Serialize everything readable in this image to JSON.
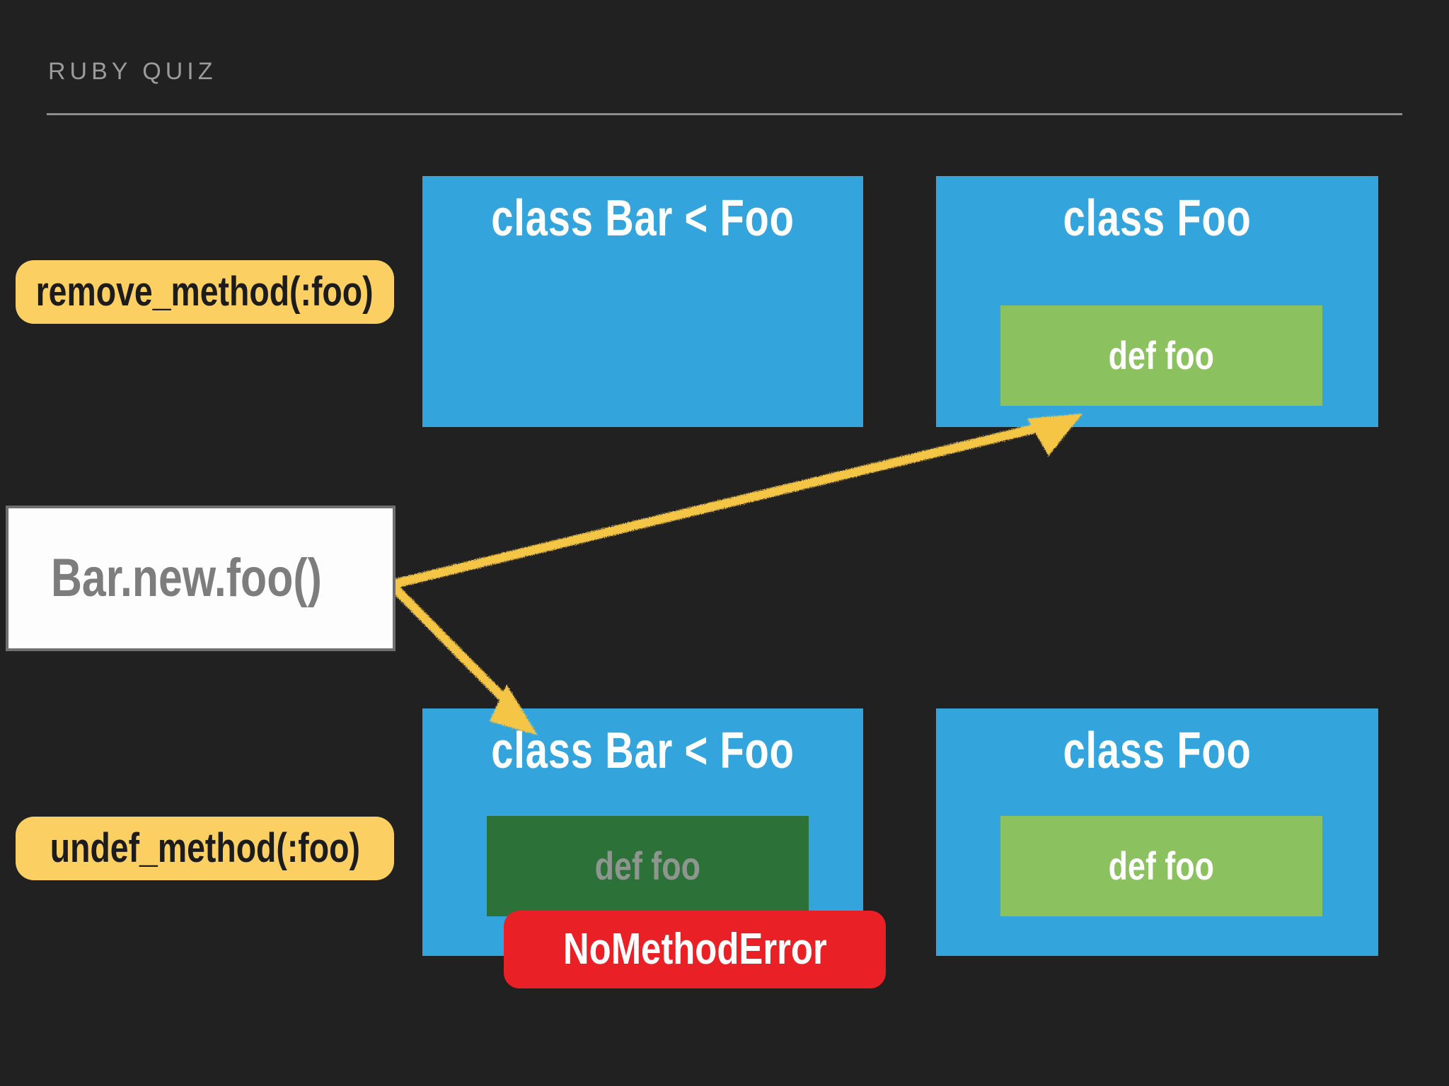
{
  "slide": {
    "kicker": "RUBY QUIZ",
    "background_color": "#212121",
    "rule_color": "#8e8e8e"
  },
  "palette": {
    "class_blue": "#33a5dc",
    "method_green": "#8bc25f",
    "method_green_removed": "#2c7238",
    "pill_yellow": "#fbcf62",
    "error_red": "#ea2027",
    "arrow_yellow": "#f5c645",
    "call_box_white": "#fdfdfd",
    "call_text_gray": "#7d7d7d",
    "removed_text_gray": "#8f9690"
  },
  "rows": [
    {
      "id": "remove-method-row",
      "annotation": "remove_method(:foo)",
      "classes": [
        {
          "id": "bar-top",
          "title": "class Bar < Foo",
          "method": null
        },
        {
          "id": "foo-top",
          "title": "class Foo",
          "method": {
            "label": "def foo",
            "state": "defined"
          }
        }
      ]
    },
    {
      "id": "undef-method-row",
      "annotation": "undef_method(:foo)",
      "classes": [
        {
          "id": "bar-bottom",
          "title": "class Bar < Foo",
          "method": {
            "label": "def foo",
            "state": "undefined"
          }
        },
        {
          "id": "foo-bottom",
          "title": "class Foo",
          "method": {
            "label": "def foo",
            "state": "defined"
          }
        }
      ]
    }
  ],
  "call_box": {
    "label": "Bar.new.foo()"
  },
  "error": {
    "label": "NoMethodError"
  },
  "arrows": [
    {
      "id": "lookup-succeeds-arrow",
      "from": "Bar.new.foo()",
      "to": "class Foo def foo",
      "direction": "up-right"
    },
    {
      "id": "lookup-fails-arrow",
      "from": "Bar.new.foo()",
      "to": "class Bar < Foo (undef)",
      "direction": "down-right"
    }
  ]
}
